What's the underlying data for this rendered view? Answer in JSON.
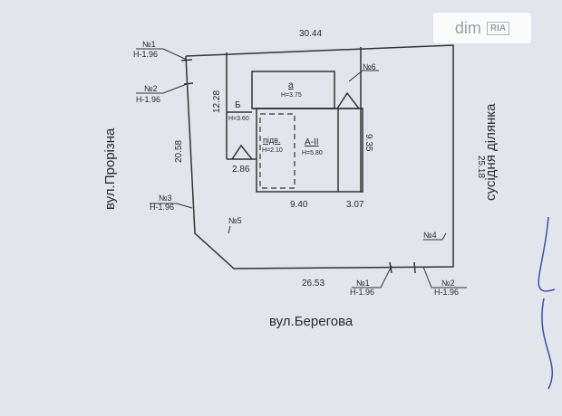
{
  "watermark": {
    "brand": "dim",
    "logo": "RIA"
  },
  "streets": {
    "left": "вул.Прорізна",
    "bottom": "вул.Берегова",
    "right": "сусідня ділянка"
  },
  "dimensions": {
    "top": "30.44",
    "left_upper": "12.28",
    "left": "20.58",
    "right": "25.18",
    "bottom": "26.53",
    "building_right": "9.35",
    "building_bottom": "9.40",
    "small_right": "3.07",
    "b_width": "2.86"
  },
  "buildings": {
    "a": {
      "label": "а",
      "height": "Н=3.75"
    },
    "b": {
      "label": "Б",
      "height": "Н=3.60"
    },
    "basement": {
      "label": "підв.",
      "height": "Н=2.10"
    },
    "main": {
      "label": "А-ІІ",
      "height": "Н=5.80"
    }
  },
  "markers": [
    {
      "id": "№1",
      "h": "Н-1.96"
    },
    {
      "id": "№2",
      "h": "Н-1.96"
    },
    {
      "id": "№3",
      "h": "Н-1.96"
    },
    {
      "id": "№5"
    },
    {
      "id": "№6"
    },
    {
      "id": "№4"
    },
    {
      "id": "№1",
      "h": "Н-1.96"
    },
    {
      "id": "№2",
      "h": "Н-1.96"
    }
  ]
}
